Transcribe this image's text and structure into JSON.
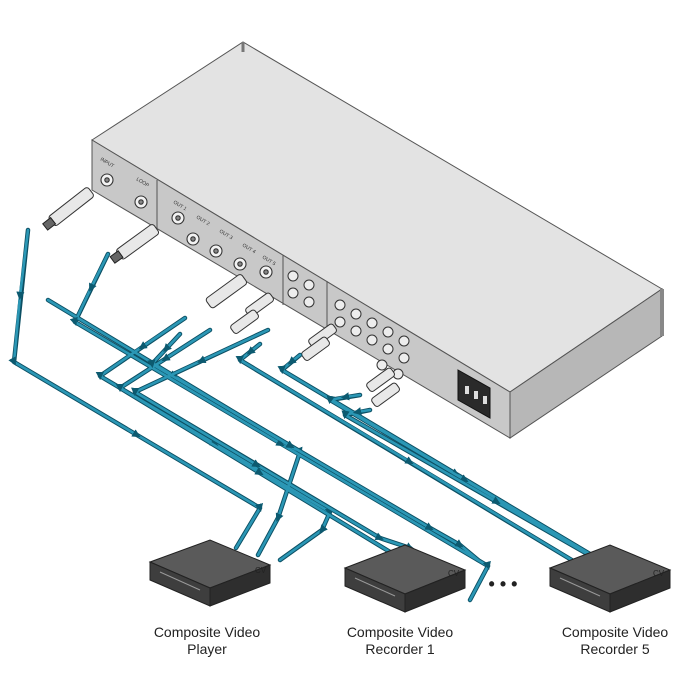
{
  "device": {
    "input_label": "INPUT",
    "loop_label": "LOOP",
    "out_labels": [
      "OUT 1",
      "OUT 2",
      "OUT 3",
      "OUT 4",
      "OUT 5"
    ]
  },
  "sources": [
    {
      "port": "CV",
      "line1": "Composite Video",
      "line2": "Player"
    },
    {
      "port": "CV",
      "line1": "Composite Video",
      "line2": "Recorder 1"
    },
    {
      "port": "CV",
      "line1": "Composite Video",
      "line2": "Recorder 5"
    }
  ],
  "ellipsis": "• • •",
  "colors": {
    "cable": "#1f8aa6",
    "cable_edge": "#0c4f63",
    "chassis_top": "#e2e2e2",
    "chassis_front": "#c9c9c9"
  }
}
